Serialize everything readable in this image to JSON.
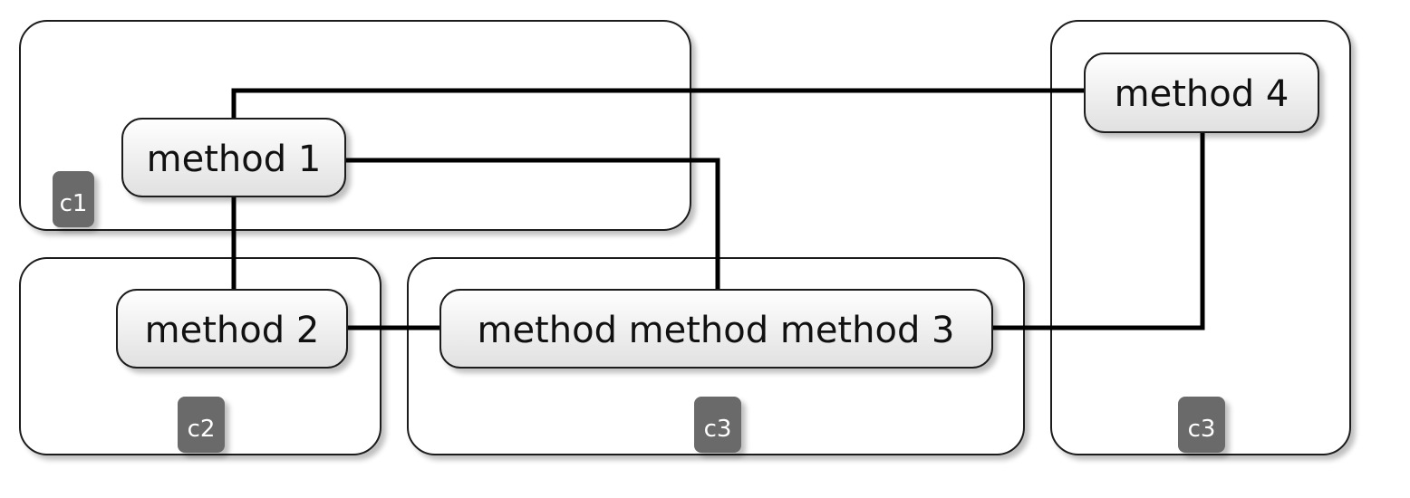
{
  "groups": [
    {
      "id": "c1",
      "badge": "c1"
    },
    {
      "id": "c2",
      "badge": "c2"
    },
    {
      "id": "c3a",
      "badge": "c3"
    },
    {
      "id": "c3b",
      "badge": "c3"
    }
  ],
  "nodes": [
    {
      "id": "m1",
      "label": "method 1"
    },
    {
      "id": "m2",
      "label": "method 2"
    },
    {
      "id": "m3",
      "label": "method method method 3"
    },
    {
      "id": "m4",
      "label": "method 4"
    }
  ],
  "edges": [
    {
      "from": "m1",
      "to": "m4"
    },
    {
      "from": "m1",
      "to": "m3"
    },
    {
      "from": "m1",
      "to": "m2"
    },
    {
      "from": "m2",
      "to": "m3"
    },
    {
      "from": "m3",
      "to": "m4"
    }
  ],
  "colors": {
    "badge_fill": "#6b6b6b",
    "node_gradient_top": "#ffffff",
    "node_gradient_bottom": "#e0e0e0",
    "edge_stroke": "#000000"
  }
}
